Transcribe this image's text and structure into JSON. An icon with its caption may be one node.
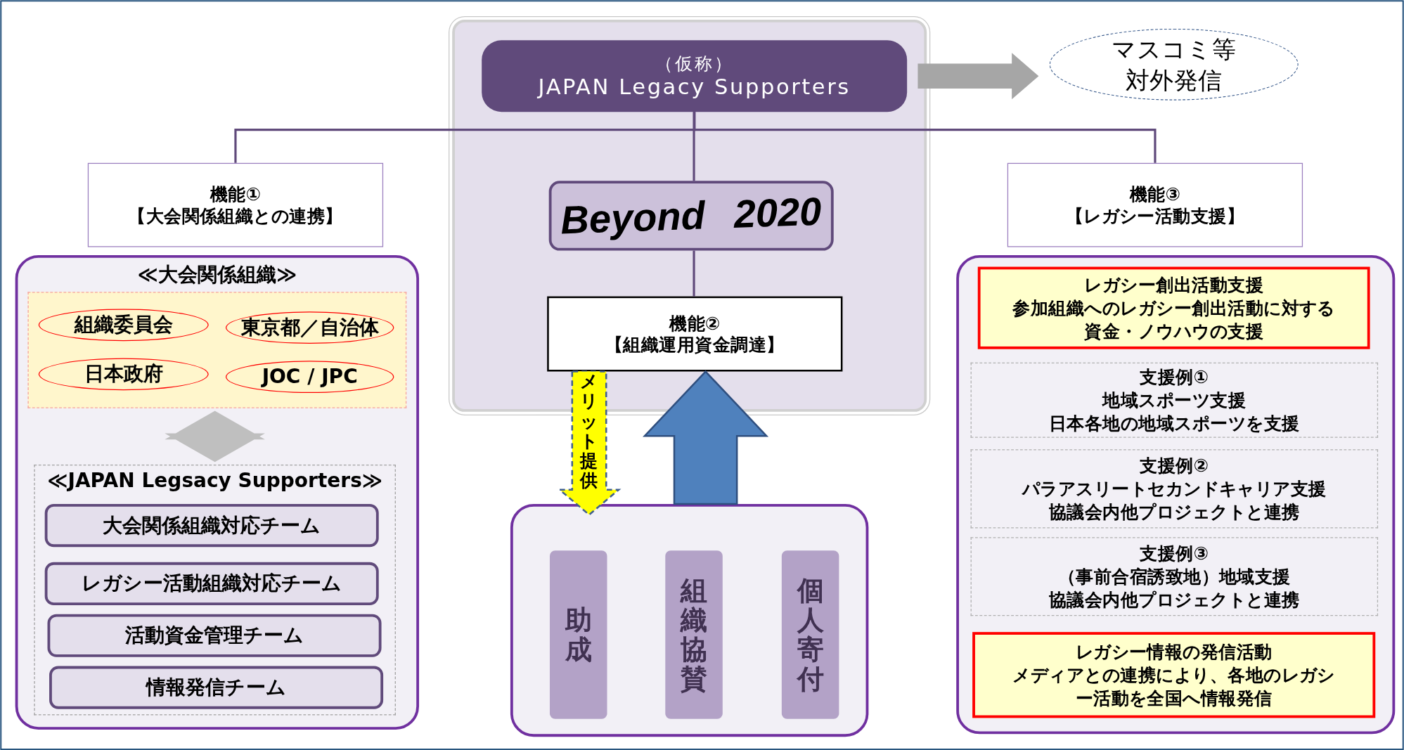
{
  "diagram": {
    "nodes": [
      {
        "text": [],
        "shape": "box"
      },
      {
        "text": [
          "（仮称）",
          "JAPAN Legacy Supporters"
        ],
        "in": 0
      },
      {
        "text": [
          "マスコミ等対外発信"
        ]
      },
      {
        "text": [
          "Beyond 2020"
        ],
        "in": 0
      },
      {
        "text": [
          "機能②",
          "【組織運用資金調達】"
        ],
        "in": 0
      },
      {
        "text": [
          "機能①",
          "【大会関係組織との連携】"
        ]
      },
      {
        "text": [
          "機能③",
          "【レガシー活動支援】"
        ]
      },
      {
        "text": [
          "≪大会関係組織≫"
        ]
      },
      {
        "text": [],
        "shape": "box",
        "in": 7
      },
      {
        "text": [
          "組織委員会"
        ],
        "in": 8
      },
      {
        "text": [
          "東京都／自治体"
        ],
        "in": 8
      },
      {
        "text": [
          "日本政府"
        ],
        "in": 8
      },
      {
        "text": [
          "JOC / JPC"
        ],
        "in": 8
      },
      {
        "text": [
          "≪JAPAN Legsacy Supporters≫"
        ],
        "in": 7
      },
      {
        "text": [
          "大会関係組織対応チーム"
        ],
        "in": 13
      },
      {
        "text": [
          "レガシー活動組織対応チーム"
        ],
        "in": 13
      },
      {
        "text": [
          "活動資金管理チーム"
        ],
        "in": 13
      },
      {
        "text": [
          "情報発信チーム"
        ],
        "in": 13
      },
      {
        "text": [],
        "shape": "box"
      },
      {
        "text": [
          "助成"
        ],
        "in": 18
      },
      {
        "text": [
          "組織協賛"
        ],
        "in": 18
      },
      {
        "text": [
          "個人寄付"
        ],
        "in": 18
      },
      {
        "text": [],
        "shape": "box"
      },
      {
        "text": [
          "レガシー創出活動支援",
          "参加組織へのレガシー創出活動に対する資金・ノウハウの支援"
        ],
        "in": 22
      },
      {
        "text": [
          "支援例①",
          "地域スポーツ支援",
          "日本各地の地域スポーツを支援"
        ],
        "in": 22
      },
      {
        "text": [
          "支援例②",
          "パラアスリートセカンドキャリア支援",
          "協議会内他プロジェクトと連携"
        ],
        "in": 22
      },
      {
        "text": [
          "支援例③",
          "（事前合宿誘致地）地域支援",
          "協議会内他プロジェクトと連携"
        ],
        "in": 22
      },
      {
        "text": [
          "レガシー情報の発信活動",
          "メディアとの連携により、各地のレガシー活動を全国へ情報発信"
        ],
        "in": 22
      }
    ],
    "edges": [
      {
        "from": 1,
        "to": 2,
        "arrow": "to",
        "style": "thick",
        "color": "#a6a6a6"
      },
      {
        "from": 1,
        "to": 5,
        "arrow": "none"
      },
      {
        "from": 1,
        "to": 6,
        "arrow": "none"
      },
      {
        "from": 1,
        "to": 3,
        "arrow": "none"
      },
      {
        "from": 3,
        "to": 4,
        "arrow": "none"
      },
      {
        "from": 8,
        "to": 13,
        "arrow": "both",
        "style": "thick",
        "color": "#bfbfbf"
      },
      {
        "from": 4,
        "to": 18,
        "arrow": "to",
        "style": "dashed",
        "color": "#ffff00",
        "label": "メリット提供"
      },
      {
        "from": 18,
        "to": 4,
        "arrow": "to",
        "style": "thick",
        "color": "#4f81bd"
      }
    ]
  }
}
